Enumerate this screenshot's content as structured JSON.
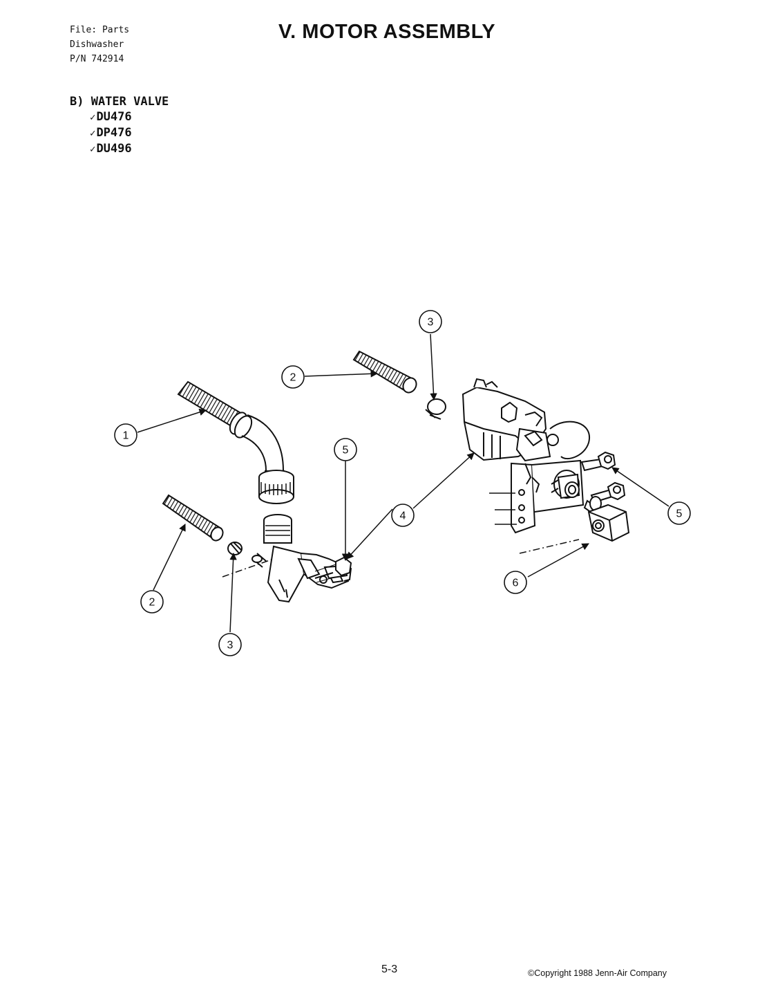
{
  "header": {
    "file_lines": [
      "File: Parts",
      "Dishwasher",
      "P/N 742914"
    ],
    "title": "V.  MOTOR ASSEMBLY"
  },
  "section": {
    "heading": "B)  WATER VALVE",
    "models": [
      "DU476",
      "DP476",
      "DU496"
    ],
    "check_mark": "✓"
  },
  "callouts": {
    "c1": "1",
    "c2a": "2",
    "c2b": "2",
    "c3a": "3",
    "c3b": "3",
    "c4": "4",
    "c5a": "5",
    "c5b": "5",
    "c6": "6"
  },
  "footer": {
    "page_number": "5-3",
    "copyright": "©Copyright 1988 Jenn-Air Company"
  }
}
